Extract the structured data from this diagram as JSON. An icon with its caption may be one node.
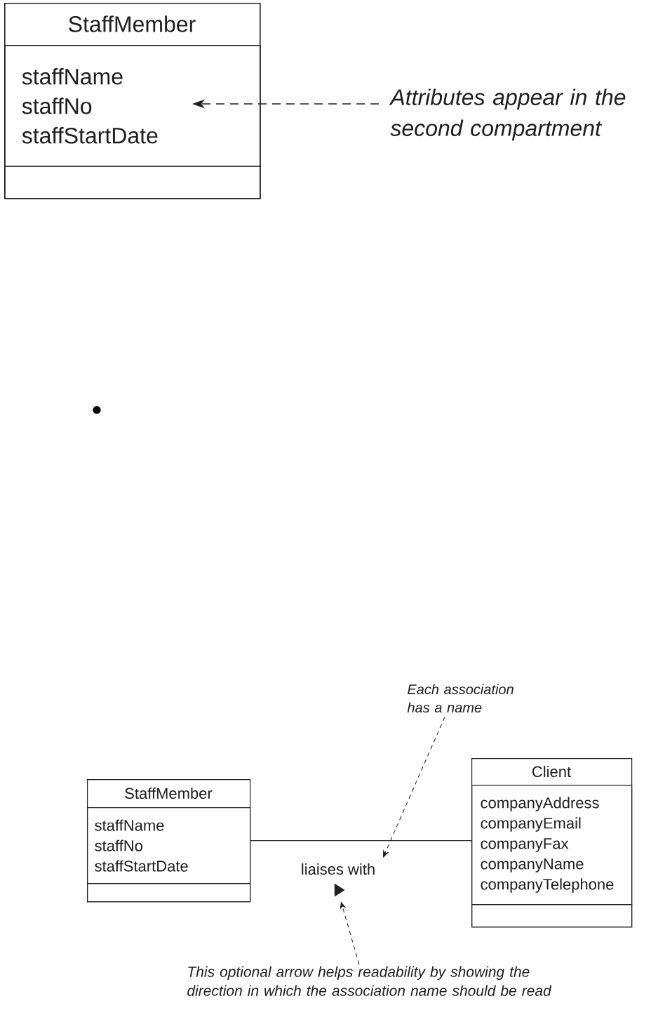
{
  "diagram": {
    "nodes": [
      {
        "text": [
          "StaffMember"
        ]
      },
      {
        "text": [
          "staffName",
          "staffNo",
          "staffStartDate"
        ],
        "in": 0
      },
      {
        "text": [],
        "shape": "box",
        "in": 0
      },
      {
        "text": [
          "Attributes appear in the second compartment"
        ]
      },
      {
        "text": [
          "Each association has a name"
        ]
      },
      {
        "text": [
          "StaffMember"
        ]
      },
      {
        "text": [
          "staffName",
          "staffNo",
          "staffStartDate"
        ],
        "in": 5
      },
      {
        "text": [],
        "shape": "box",
        "in": 5
      },
      {
        "text": [
          "Client"
        ]
      },
      {
        "text": [
          "companyAddress",
          "companyEmail",
          "companyFax",
          "companyName",
          "companyTelephone"
        ],
        "in": 8
      },
      {
        "text": [],
        "shape": "box",
        "in": 8
      },
      {
        "text": [],
        "shape": "triangle"
      },
      {
        "text": [
          "This optional arrow helps readability by showing the direction in which the association name should be read"
        ]
      }
    ],
    "edges": [
      {
        "from": 3,
        "to": 1,
        "arrow": "to",
        "style": "dashed"
      },
      {
        "from": 5,
        "to": 8,
        "arrow": "none",
        "label": "liaises with"
      },
      {
        "from": 4,
        "to": null,
        "arrow": "to",
        "style": "dashed"
      },
      {
        "from": 12,
        "to": 11,
        "arrow": "to",
        "style": "dashed"
      }
    ]
  }
}
